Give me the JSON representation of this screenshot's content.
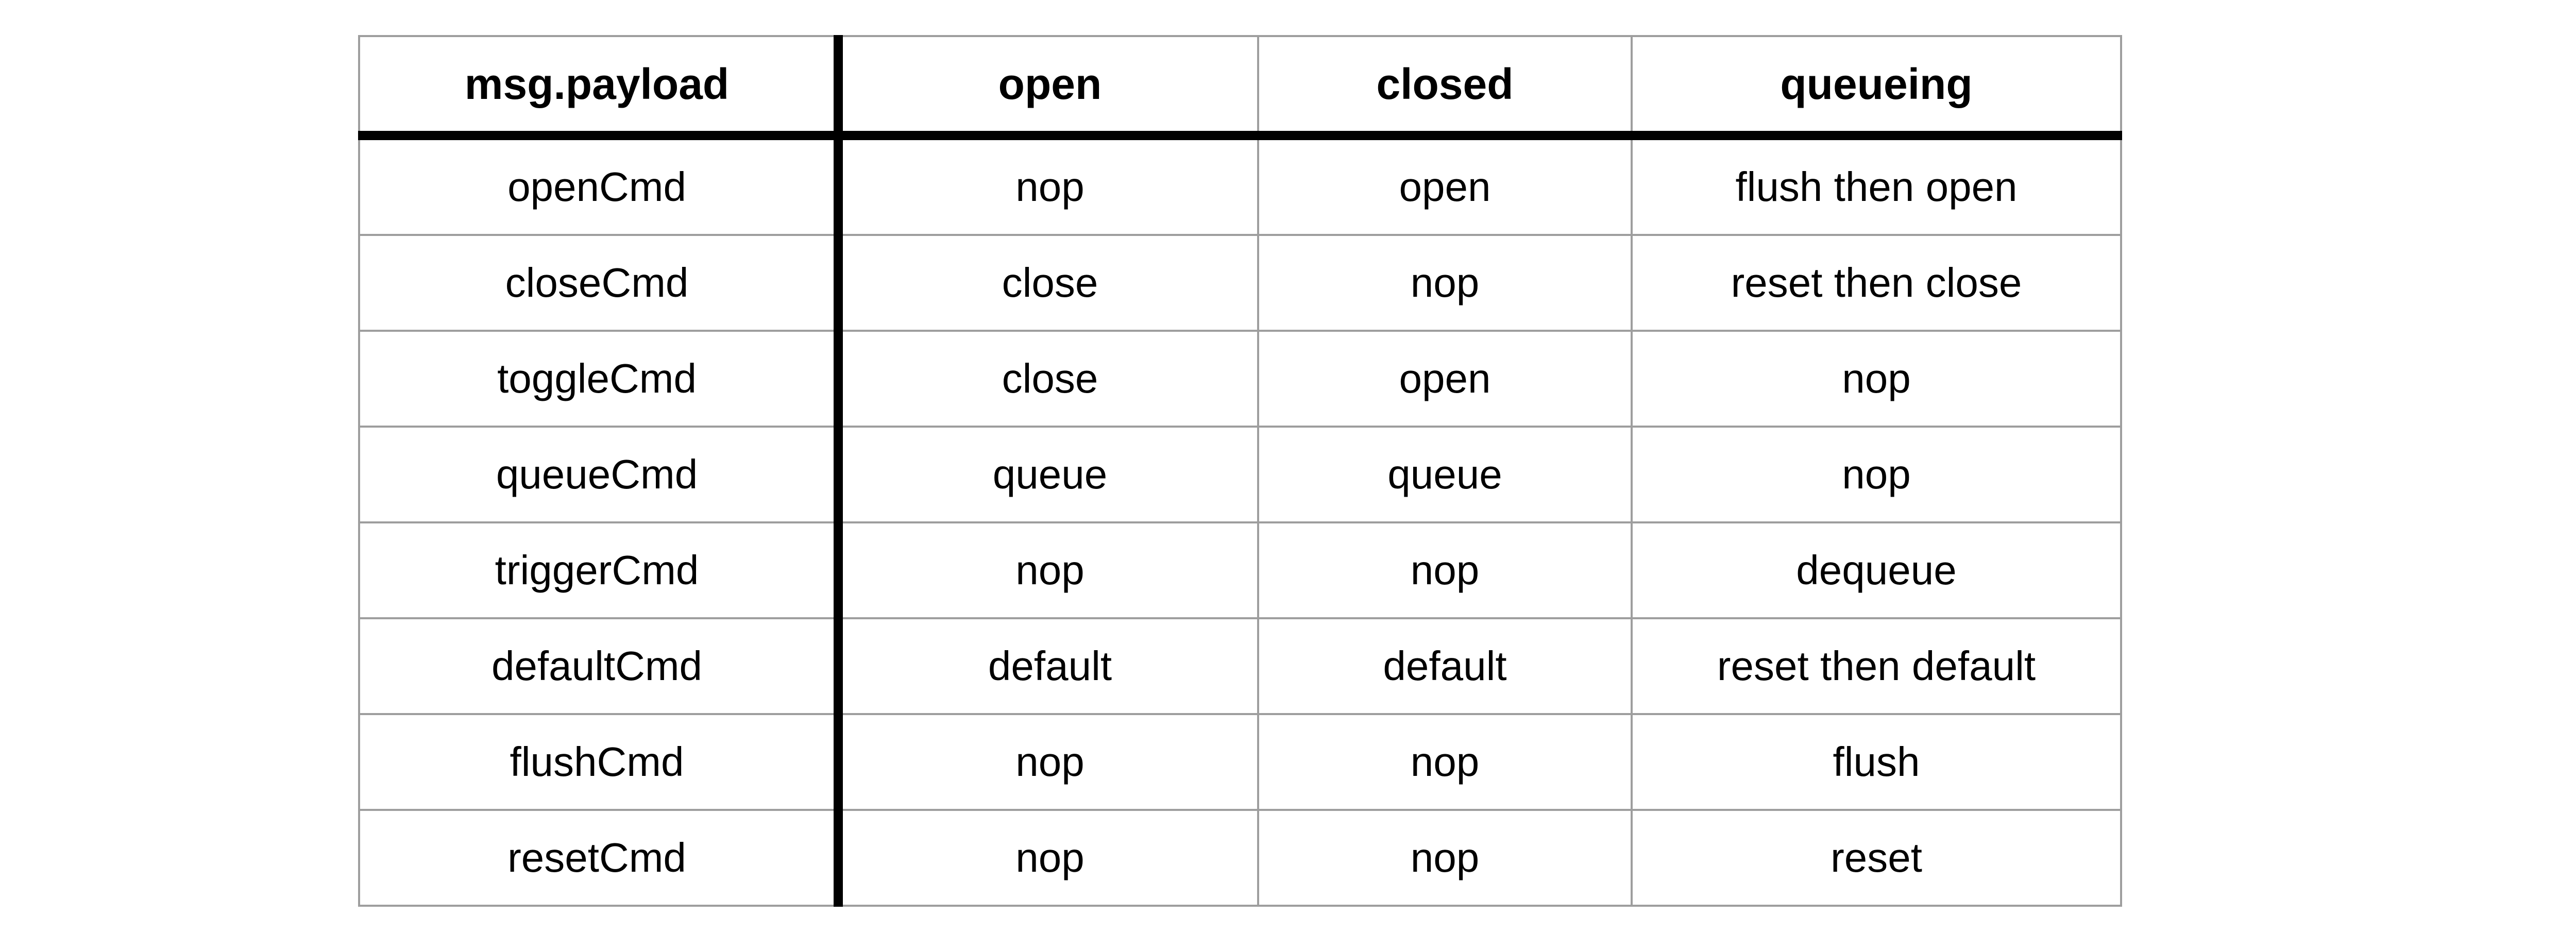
{
  "table": {
    "columns": [
      "msg.payload",
      "open",
      "closed",
      "queueing"
    ],
    "rows": [
      [
        "openCmd",
        "nop",
        "open",
        "flush then open"
      ],
      [
        "closeCmd",
        "close",
        "nop",
        "reset then close"
      ],
      [
        "toggleCmd",
        "close",
        "open",
        "nop"
      ],
      [
        "queueCmd",
        "queue",
        "queue",
        "nop"
      ],
      [
        "triggerCmd",
        "nop",
        "nop",
        "dequeue"
      ],
      [
        "defaultCmd",
        "default",
        "default",
        "reset then default"
      ],
      [
        "flushCmd",
        "nop",
        "nop",
        "flush"
      ],
      [
        "resetCmd",
        "nop",
        "nop",
        "reset"
      ]
    ],
    "colors": {
      "text": "#000000",
      "thin_border": "#9e9e9e",
      "thick_border": "#000000",
      "background": "#ffffff"
    }
  }
}
